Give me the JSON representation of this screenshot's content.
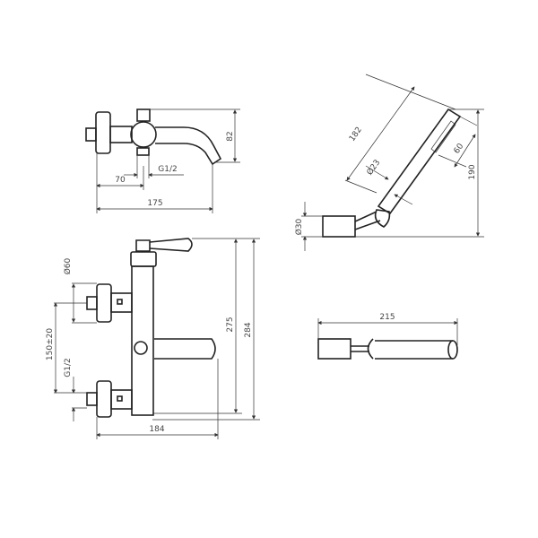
{
  "views": {
    "spout_top": {
      "height": "82",
      "thread": "G1/2",
      "offset": "70",
      "length": "175"
    },
    "hand_shower_side": {
      "length": "182",
      "diameter": "Ø23",
      "head_length": "60",
      "height": "190",
      "holder_diameter": "Ø30"
    },
    "mixer_front": {
      "flange_diameter": "Ø60",
      "centres": "150±20",
      "thread": "G1/2",
      "height_body": "275",
      "height_total": "284",
      "width": "184"
    },
    "hand_shower_top": {
      "length": "215"
    }
  }
}
